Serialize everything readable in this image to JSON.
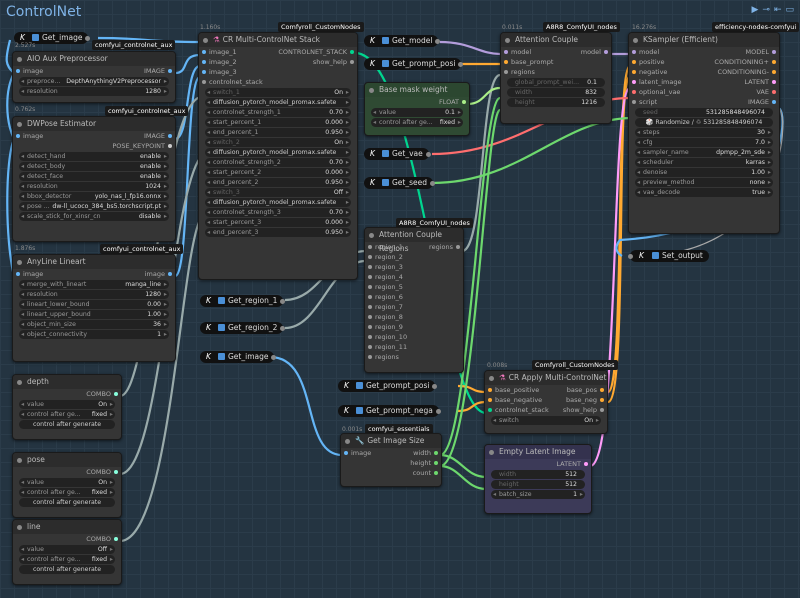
{
  "app_title": "ControlNet",
  "top_icons": [
    "▶",
    "⊸",
    "⇤",
    "▭"
  ],
  "badges": {
    "aux1": "comfyui_controlnet_aux",
    "aux2": "comfyui_controlnet_aux",
    "aux3": "comfyui_controlnet_aux",
    "custom1": "Comfyroll_CustomNodes",
    "a8r8_1": "A8R8_ComfyUI_nodes",
    "a8r8_2": "A8R8_ComfyUI_nodes",
    "efficiency": "efficiency-nodes-comfyui",
    "custom2": "Comfyroll_CustomNodes",
    "essentials": "comfyui_essentials"
  },
  "timings": {
    "aio": "2.527s",
    "dwpose": "0.762s",
    "lineart": "1.876s",
    "cr_stack": "1.160s",
    "attention": "0.011s",
    "ksampler": "16.276s",
    "apply": "0.008s",
    "imgsize": "0.001s"
  },
  "get_nodes": {
    "get_image_top": "Get_image",
    "get_model": "Get_model",
    "get_prompt_posi_top": "Get_prompt_posi",
    "get_vae": "Get_vae",
    "get_seed": "Get_seed",
    "get_region_1": "Get_region_1",
    "get_region_2": "Get_region_2",
    "get_image_bottom": "Get_image",
    "get_prompt_posi": "Get_prompt_posi",
    "get_prompt_nega": "Get_prompt_nega",
    "set_output": "Set_output"
  },
  "aio": {
    "title": "AIO Aux Preprocessor",
    "in_image": "image",
    "out_image": "IMAGE",
    "preprocessor_label": "preproce...",
    "preprocessor_value": "DepthAnythingV2Preprocessor",
    "resolution_label": "resolution",
    "resolution_value": "1280"
  },
  "dwpose": {
    "title": "DWPose Estimator",
    "in_image": "image",
    "out_image": "IMAGE",
    "out_kp": "POSE_KEYPOINT",
    "widgets": [
      {
        "label": "detect_hand",
        "value": "enable"
      },
      {
        "label": "detect_body",
        "value": "enable"
      },
      {
        "label": "detect_face",
        "value": "enable"
      },
      {
        "label": "resolution",
        "value": "1024"
      },
      {
        "label": "bbox_detector",
        "value": "yolo_nas_l_fp16.onnx"
      },
      {
        "label": "pose ...",
        "value": "dw-ll_ucoco_384_bs5.torchscript.pt"
      },
      {
        "label": "scale_stick_for_xinsr_cn",
        "value": "disable"
      }
    ]
  },
  "lineart": {
    "title": "AnyLine Lineart",
    "in_image": "image",
    "out_image": "image",
    "widgets": [
      {
        "label": "merge_with_lineart",
        "value": "manga_line"
      },
      {
        "label": "resolution",
        "value": "1280"
      },
      {
        "label": "lineart_lower_bound",
        "value": "0.00"
      },
      {
        "label": "lineart_upper_bound",
        "value": "1.00"
      },
      {
        "label": "object_min_size",
        "value": "36"
      },
      {
        "label": "object_connectivity",
        "value": "1"
      }
    ]
  },
  "combos": [
    {
      "title": "depth",
      "out": "COMBO",
      "value_label": "value",
      "value": "On",
      "after_label": "control after ge...",
      "after_value": "fixed",
      "btn": "control after generate"
    },
    {
      "title": "pose",
      "out": "COMBO",
      "value_label": "value",
      "value": "On",
      "after_label": "control after ge...",
      "after_value": "fixed",
      "btn": "control after generate"
    },
    {
      "title": "line",
      "out": "COMBO",
      "value_label": "value",
      "value": "Off",
      "after_label": "control after ge...",
      "after_value": "fixed",
      "btn": "control after generate"
    }
  ],
  "cr_stack": {
    "title": "CR Multi-ControlNet Stack",
    "inputs": [
      "image_1",
      "image_2",
      "image_3",
      "controlnet_stack"
    ],
    "outputs": [
      "CONTROLNET_STACK",
      "show_help"
    ],
    "groups": [
      {
        "switch_label": "switch_1",
        "switch_value": "On",
        "model": "diffusion_pytorch_model_promax.safete",
        "strength_label": "controlnet_strength_1",
        "strength": "0.70",
        "start_label": "start_percent_1",
        "start": "0.000",
        "end_label": "end_percent_1",
        "end": "0.950"
      },
      {
        "switch_label": "switch_2",
        "switch_value": "On",
        "model": "diffusion_pytorch_model_promax.safete",
        "strength_label": "controlnet_strength_2",
        "strength": "0.70",
        "start_label": "start_percent_2",
        "start": "0.000",
        "end_label": "end_percent_2",
        "end": "0.950"
      },
      {
        "switch_label": "switch_3",
        "switch_value": "Off",
        "model": "diffusion_pytorch_model_promax.safete",
        "strength_label": "controlnet_strength_3",
        "strength": "0.70",
        "start_label": "start_percent_3",
        "start": "0.000",
        "end_label": "end_percent_3",
        "end": "0.950"
      }
    ]
  },
  "base_mask": {
    "title": "Base mask weight",
    "out": "FLOAT",
    "value_label": "value",
    "value": "0.1",
    "after_label": "control after ge...",
    "after_value": "fixed"
  },
  "attention": {
    "title": "Attention Couple",
    "inputs": [
      "model",
      "base_prompt",
      "regions"
    ],
    "out": "model",
    "widgets": [
      {
        "label": "global_prompt_wei...",
        "value": "0.1"
      },
      {
        "label": "width",
        "value": "832"
      },
      {
        "label": "height",
        "value": "1216"
      }
    ]
  },
  "regions_node": {
    "title": "Attention Couple Regions",
    "out": "regions",
    "inputs": [
      "region_1",
      "region_2",
      "region_3",
      "region_4",
      "region_5",
      "region_6",
      "region_7",
      "region_8",
      "region_9",
      "region_10",
      "region_11",
      "regions"
    ]
  },
  "ksampler": {
    "title": "KSampler (Efficient)",
    "inputs": [
      "model",
      "positive",
      "negative",
      "latent_image",
      "optional_vae",
      "script"
    ],
    "outputs": [
      "MODEL",
      "CONDITIONING+",
      "CONDITIONING-",
      "LATENT",
      "VAE",
      "IMAGE"
    ],
    "seed_label": "seed",
    "seed_value": "531285848496074",
    "randomize": "Randomize / ♲ 531285848496074",
    "widgets": [
      {
        "label": "steps",
        "value": "30"
      },
      {
        "label": "cfg",
        "value": "7.0"
      },
      {
        "label": "sampler_name",
        "value": "dpmpp_2m_sde"
      },
      {
        "label": "scheduler",
        "value": "karras"
      },
      {
        "label": "denoise",
        "value": "1.00"
      },
      {
        "label": "preview_method",
        "value": "none"
      },
      {
        "label": "vae_decode",
        "value": "true"
      }
    ]
  },
  "apply": {
    "title": "CR Apply Multi-ControlNet",
    "inputs": [
      "base_positive",
      "base_negative",
      "controlnet_stack"
    ],
    "outputs": [
      "base_pos",
      "base_neg",
      "show_help"
    ],
    "switch_label": "switch",
    "switch_value": "On"
  },
  "imgsize": {
    "title": "Get Image Size",
    "input": "image",
    "outputs": [
      "width",
      "height",
      "count"
    ]
  },
  "latent": {
    "title": "Empty Latent Image",
    "inputs": [
      "width",
      "height"
    ],
    "out": "LATENT",
    "width_label": "width",
    "width_value": "512",
    "height_label": "height",
    "height_value": "512",
    "batch_label": "batch_size",
    "batch_value": "1"
  },
  "colors": {
    "image": "#64b5f6",
    "controlnet": "#00d68f",
    "conditioning": "#ffa931",
    "model": "#b39ddb",
    "latent": "#ff9cf9",
    "vae": "#ff6e6e",
    "int": "#6dd86d"
  }
}
